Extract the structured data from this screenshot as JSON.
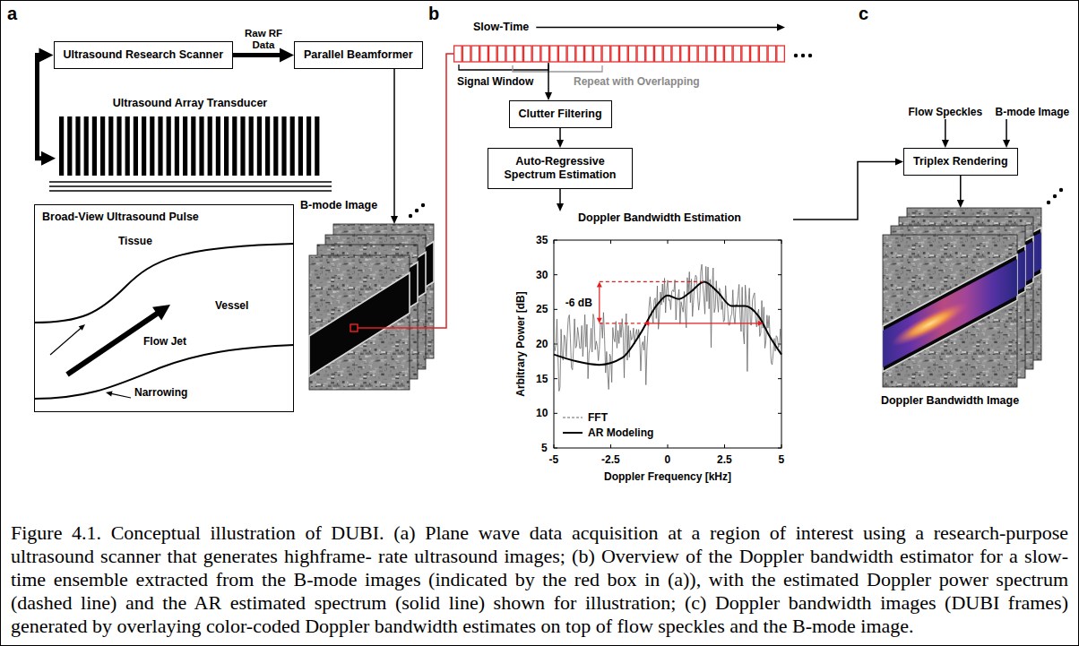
{
  "diagram": {
    "caption": "Figure 4.1. Conceptual illustration of DUBI. (a) Plane wave data acquisition at a region of interest using a research-purpose ultrasound scanner that generates highframe- rate ultrasound images; (b) Overview of the Doppler bandwidth estimator for a slow-time ensemble extracted from the B-mode images (indicated by the red box in (a)), with the estimated Doppler power spectrum (dashed line) and the AR estimated spectrum (solid line) shown for illustration; (c) Doppler bandwidth images (DUBI frames) generated by overlaying color-coded Doppler bandwidth estimates on top of flow speckles and the B-mode image.",
    "nodes": [
      {
        "text": [
          "Ultrasound Research Scanner"
        ]
      },
      {
        "text": [
          "Parallel Beamformer"
        ]
      },
      {
        "text": [
          "Ultrasound Array Transducer"
        ]
      },
      {
        "text": [
          "Broad-View Ultrasound Pulse"
        ]
      },
      {
        "text": [
          "B-mode Image"
        ]
      },
      {
        "text": [
          "Slow-Time"
        ]
      },
      {
        "text": [
          "Clutter Filtering"
        ]
      },
      {
        "text": [
          "Auto-Regressive Spectrum Estimation"
        ]
      },
      {
        "text": [
          "Doppler Bandwidth Estimation"
        ]
      },
      {
        "text": [
          "Flow Speckles"
        ]
      },
      {
        "text": [
          "B-mode Image"
        ]
      },
      {
        "text": [
          "Triplex Rendering"
        ]
      },
      {
        "text": [
          "Doppler Bandwidth Image"
        ]
      }
    ],
    "edges": [
      {
        "from": 0,
        "to": 1,
        "arrow": "to",
        "label": "Raw RF Data"
      },
      {
        "from": 0,
        "to": 2,
        "arrow": "both"
      },
      {
        "from": 1,
        "to": 4,
        "arrow": "to"
      },
      {
        "from": 5,
        "to": 6,
        "arrow": "to"
      },
      {
        "from": 6,
        "to": 7,
        "arrow": "to"
      },
      {
        "from": 7,
        "to": 8,
        "arrow": "to"
      },
      {
        "from": 8,
        "to": 11,
        "arrow": "to"
      },
      {
        "from": 9,
        "to": 11,
        "arrow": "to"
      },
      {
        "from": 10,
        "to": 11,
        "arrow": "to"
      },
      {
        "from": 11,
        "to": 12,
        "arrow": "to"
      },
      {
        "from": 4,
        "to": 5,
        "arrow": "none"
      }
    ],
    "labels": [
      "a",
      "b",
      "c",
      "Tissue",
      "Flow Jet",
      "Vessel",
      "Narrowing",
      "Signal Window",
      "Repeat with Overlapping",
      "35",
      "30",
      "25",
      "20",
      "15",
      "10",
      "5",
      "-5",
      "-2.5",
      "0",
      "2.5",
      "5",
      "Arbitrary Power [dB]",
      "Doppler Frequency [kHz]",
      "-6 dB"
    ],
    "legend": [
      {
        "text": "FFT"
      },
      {
        "text": "AR Modeling"
      }
    ]
  }
}
